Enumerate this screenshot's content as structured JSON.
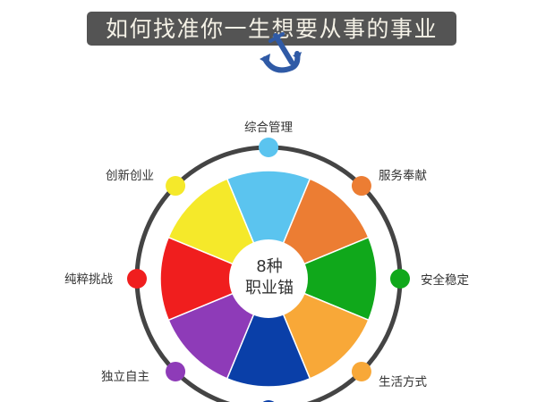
{
  "header": {
    "title": "如何找准你一生想要从事的事业",
    "icon": "anchor-icon",
    "bar_color": "#545454",
    "icon_color": "#2f5aa6"
  },
  "wheel": {
    "center_line1": "8种",
    "center_line2": "职业锚",
    "ring_color": "#444444",
    "segments": [
      {
        "label": "综合管理",
        "color": "#5bc4ef",
        "angle": 0
      },
      {
        "label": "服务奉献",
        "color": "#ec7d33",
        "angle": 45
      },
      {
        "label": "安全稳定",
        "color": "#10a81b",
        "angle": 90
      },
      {
        "label": "生活方式",
        "color": "#f8a838",
        "angle": 135
      },
      {
        "label": "",
        "color": "#0a3fa8",
        "angle": 180
      },
      {
        "label": "独立自主",
        "color": "#8e3bb8",
        "angle": 225
      },
      {
        "label": "纯粹挑战",
        "color": "#f01e1e",
        "angle": 270
      },
      {
        "label": "创新创业",
        "color": "#f5e92a",
        "angle": 315
      }
    ]
  }
}
